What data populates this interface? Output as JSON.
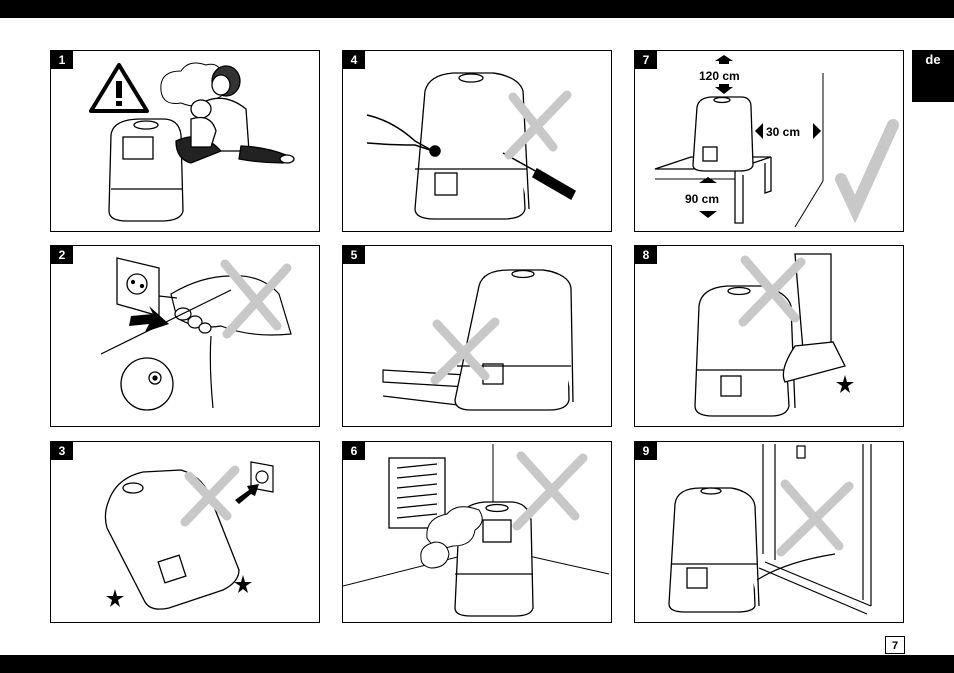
{
  "language_tab": "de",
  "page_number": "7",
  "panels": [
    {
      "number": "1"
    },
    {
      "number": "2"
    },
    {
      "number": "3"
    },
    {
      "number": "4"
    },
    {
      "number": "5"
    },
    {
      "number": "6"
    },
    {
      "number": "7",
      "labels": {
        "height": "120 cm",
        "wall": "30 cm",
        "floor": "90 cm"
      }
    },
    {
      "number": "8"
    },
    {
      "number": "9"
    }
  ]
}
